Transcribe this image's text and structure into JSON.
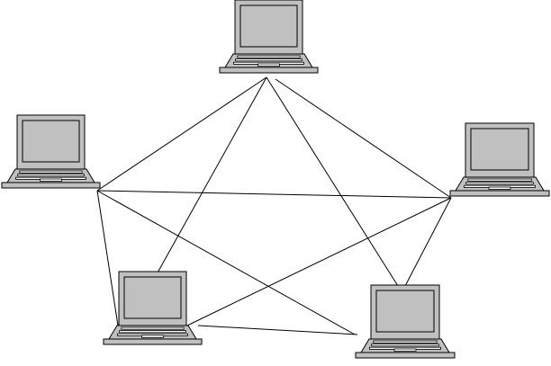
{
  "diagram": {
    "type": "mesh-network",
    "colors": {
      "background": "#ffffff",
      "line": "#000000",
      "device_fill": "#c0c0c0",
      "device_highlight": "#ffffff"
    },
    "nodes": [
      {
        "id": "top",
        "icon": "laptop-icon"
      },
      {
        "id": "left",
        "icon": "laptop-icon"
      },
      {
        "id": "right",
        "icon": "laptop-icon"
      },
      {
        "id": "bottom-left",
        "icon": "laptop-icon"
      },
      {
        "id": "bottom-right",
        "icon": "laptop-icon"
      }
    ],
    "links": [
      [
        "top",
        "left"
      ],
      [
        "top",
        "right"
      ],
      [
        "top",
        "bottom-left"
      ],
      [
        "top",
        "bottom-right"
      ],
      [
        "left",
        "right"
      ],
      [
        "left",
        "bottom-left"
      ],
      [
        "left",
        "bottom-right"
      ],
      [
        "right",
        "bottom-left"
      ],
      [
        "right",
        "bottom-right"
      ],
      [
        "bottom-left",
        "bottom-right"
      ]
    ]
  }
}
